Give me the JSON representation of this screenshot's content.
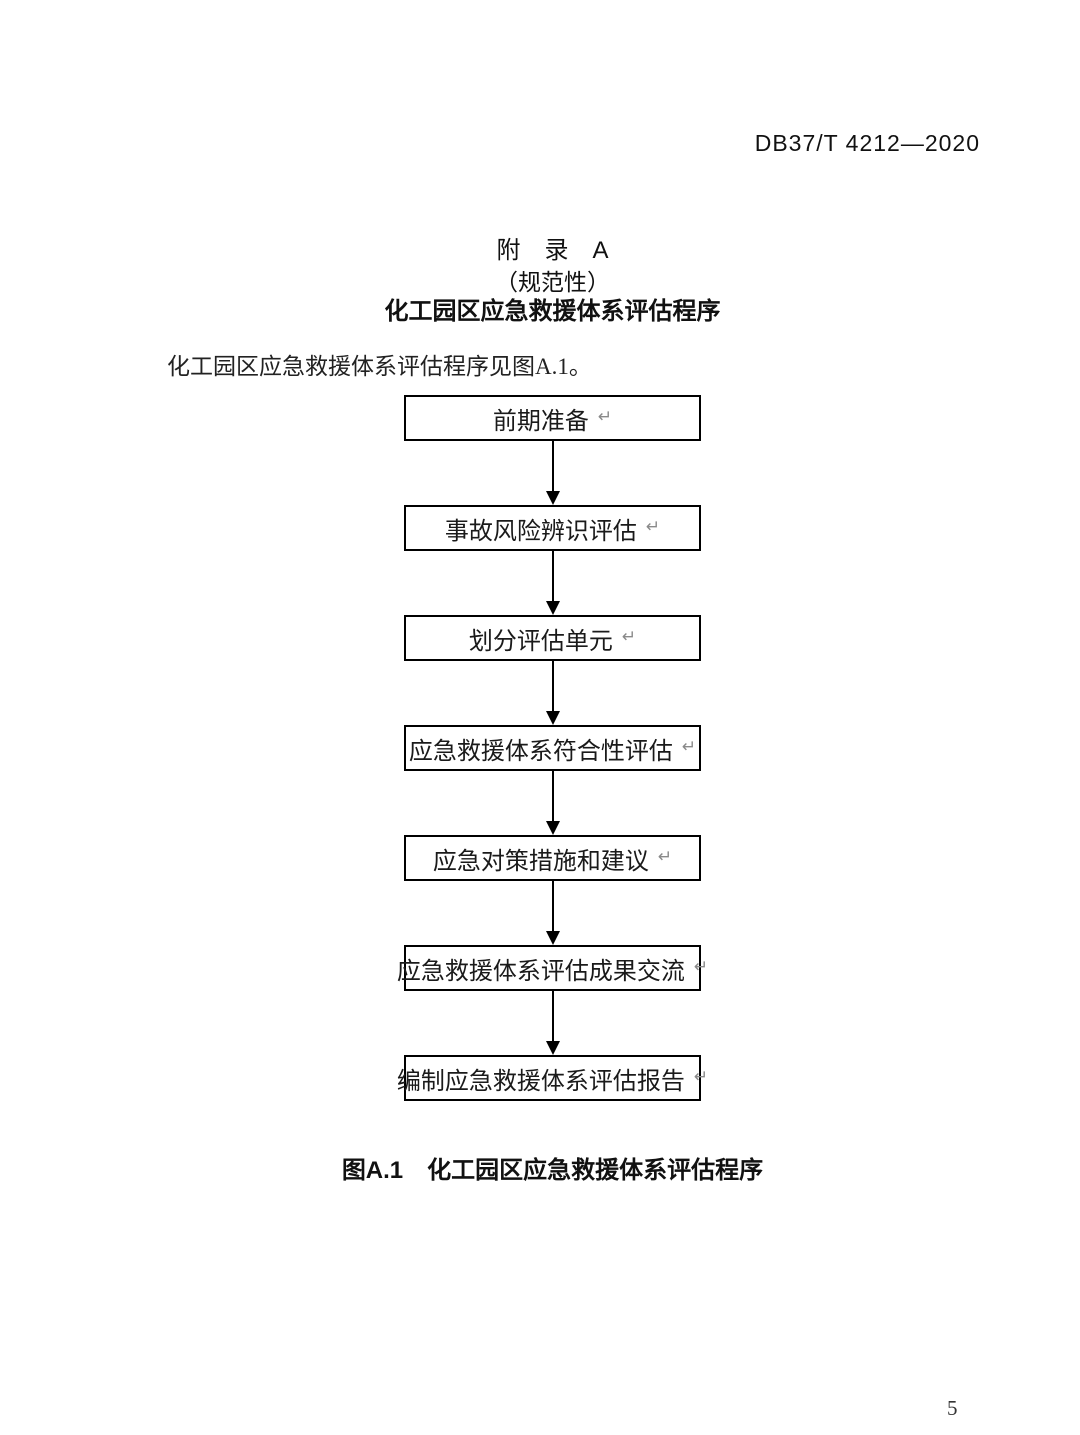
{
  "header": {
    "doc_code": "DB37/T 4212—2020"
  },
  "appendix": {
    "title_line1": "附　录　A",
    "title_line2": "（规范性）",
    "title_line3": "化工园区应急救援体系评估程序"
  },
  "intro": {
    "text": "化工园区应急救援体系评估程序见图A.1。"
  },
  "flowchart": {
    "return_mark": "↵",
    "steps": [
      {
        "label": "前期准备"
      },
      {
        "label": "事故风险辨识评估"
      },
      {
        "label": "划分评估单元"
      },
      {
        "label": "应急救援体系符合性评估"
      },
      {
        "label": "应急对策措施和建议"
      },
      {
        "label": "应急救援体系评估成果交流"
      },
      {
        "label": "编制应急救援体系评估报告"
      }
    ]
  },
  "caption": {
    "text": "图A.1　化工园区应急救援体系评估程序"
  },
  "page": {
    "number": "5"
  },
  "colors": {
    "background": "#ffffff",
    "border": "#000000",
    "text": "#1a1a1a",
    "return_mark": "#8a8a8a"
  }
}
